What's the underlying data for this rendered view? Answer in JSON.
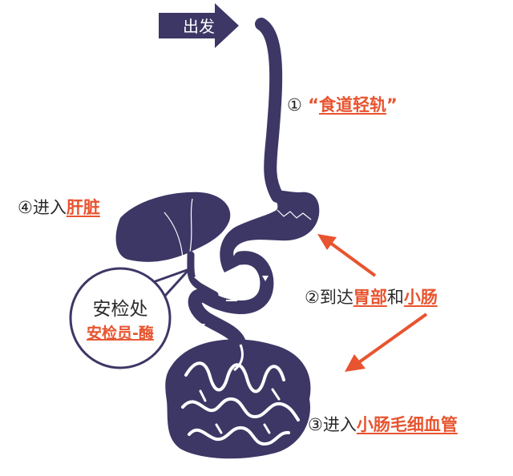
{
  "start_label": "出发",
  "steps": [
    {
      "num": "①",
      "pre": "“",
      "hl1": "食道轻轨",
      "mid": "",
      "hl2": "",
      "post": "”"
    },
    {
      "num": "②",
      "pre": "到达",
      "hl1": "胃部",
      "mid": "和",
      "hl2": "小肠",
      "post": ""
    },
    {
      "num": "③",
      "pre": "进入",
      "hl1": "小肠毛细血管",
      "mid": "",
      "hl2": "",
      "post": ""
    },
    {
      "num": "④",
      "pre": "进入",
      "hl1": "肝脏",
      "mid": "",
      "hl2": "",
      "post": ""
    }
  ],
  "checkpoint": {
    "title": "安检处",
    "subtitle": "安检员-酶"
  },
  "colors": {
    "organ": "#3d3766",
    "accent": "#e8542f",
    "text": "#2a2a2a"
  }
}
